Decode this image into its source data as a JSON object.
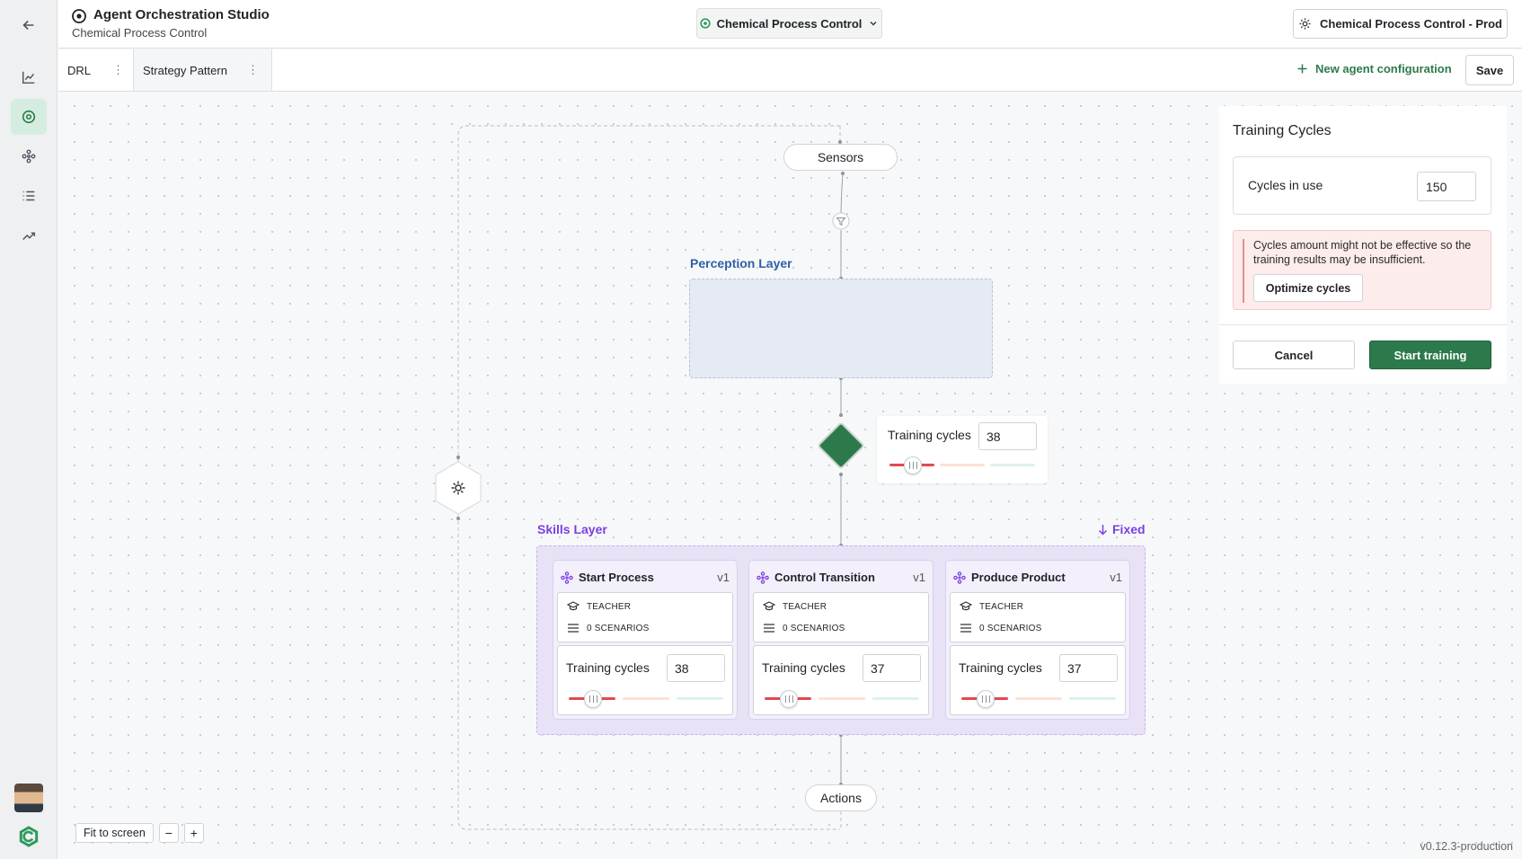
{
  "app": {
    "title": "Agent Orchestration Studio",
    "subtitle": "Chemical Process Control",
    "center_selector": "Chemical Process Control",
    "environment": "Chemical Process Control - Prod"
  },
  "tabs": [
    {
      "label": "DRL",
      "menu": "⋮"
    },
    {
      "label": "Strategy Pattern",
      "menu": "⋮"
    }
  ],
  "toolbar": {
    "new_agent_label": "New agent configuration",
    "save_label": "Save"
  },
  "canvas": {
    "sensors_label": "Sensors",
    "actions_label": "Actions",
    "perception_label": "Perception Layer",
    "skills_label": "Skills Layer",
    "fixed_label": "Fixed",
    "selector_node": {
      "label": "Training cycles",
      "value": "38"
    },
    "skills": [
      {
        "name": "Start Process",
        "version": "v1",
        "role": "TEACHER",
        "scenarios": "0 SCENARIOS",
        "tc_label": "Training cycles",
        "tc_value": "38"
      },
      {
        "name": "Control Transition",
        "version": "v1",
        "role": "TEACHER",
        "scenarios": "0 SCENARIOS",
        "tc_label": "Training cycles",
        "tc_value": "37"
      },
      {
        "name": "Produce Product",
        "version": "v1",
        "role": "TEACHER",
        "scenarios": "0 SCENARIOS",
        "tc_label": "Training cycles",
        "tc_value": "37"
      }
    ]
  },
  "panel": {
    "title": "Training Cycles",
    "cycles_label": "Cycles in use",
    "cycles_value": "150",
    "warning": "Cycles amount might not be effective so the training results may be insufficient.",
    "optimize_label": "Optimize cycles",
    "cancel_label": "Cancel",
    "start_label": "Start training"
  },
  "footer": {
    "fit_label": "Fit to screen",
    "zoom_out": "−",
    "zoom_in": "+",
    "version": "v0.12.3-production"
  },
  "colors": {
    "accent_green": "#2c7a4b",
    "perception_blue": "#2f5fa8",
    "skills_purple": "#7b3fe4",
    "slider_red": "#e5484d"
  },
  "icons": {
    "back": "arrow-left-icon",
    "nav": [
      "chart-icon",
      "agent-icon",
      "skills-icon",
      "list-icon",
      "trend-icon"
    ]
  }
}
